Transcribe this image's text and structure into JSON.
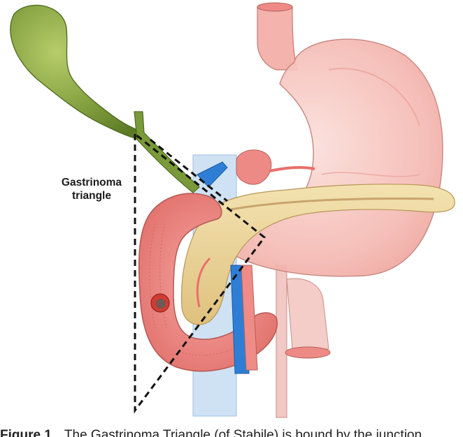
{
  "label": {
    "line1": "Gastrinoma",
    "line2": "triangle"
  },
  "caption": {
    "figure_number": "Figure 1",
    "text": "The Gastrinoma Triangle (of Stabile) is bound by the junction"
  },
  "colors": {
    "gallbladder": "#7a9a3a",
    "stomach": "#f4b3ad",
    "pancreas": "#ecd59a",
    "duodenum": "#f08a86",
    "vein": "#2f7ed6",
    "artery": "#e8706c",
    "tumor": "#b5342f"
  }
}
